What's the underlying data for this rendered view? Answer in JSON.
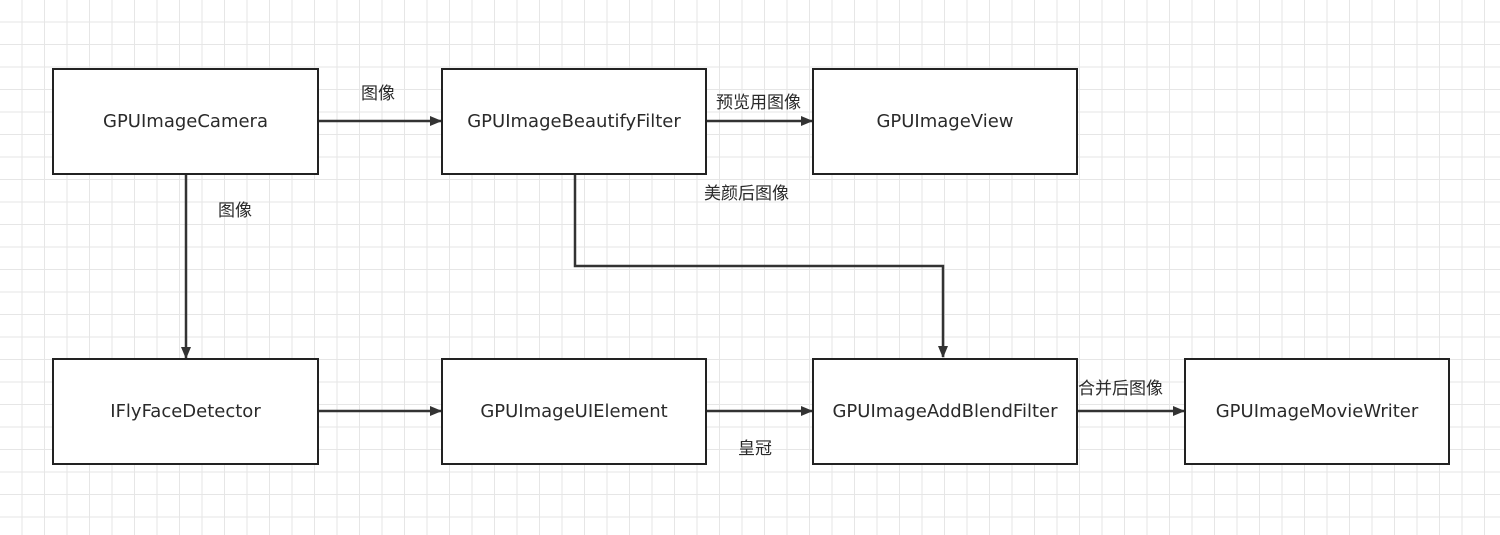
{
  "nodes": {
    "camera": "GPUImageCamera",
    "beautify": "GPUImageBeautifyFilter",
    "view": "GPUImageView",
    "detector": "IFlyFaceDetector",
    "ui_element": "GPUImageUIElement",
    "blend": "GPUImageAddBlendFilter",
    "writer": "GPUImageMovieWriter"
  },
  "edges": {
    "camera_to_beautify": "图像",
    "camera_to_detector": "图像",
    "beautify_to_view": "预览用图像",
    "beautify_to_blend": "美颜后图像",
    "ui_element_to_blend": "皇冠",
    "blend_to_writer": "合并后图像"
  },
  "colors": {
    "line": "#333333",
    "box_border": "#222222",
    "grid": "#e6e6e6"
  }
}
